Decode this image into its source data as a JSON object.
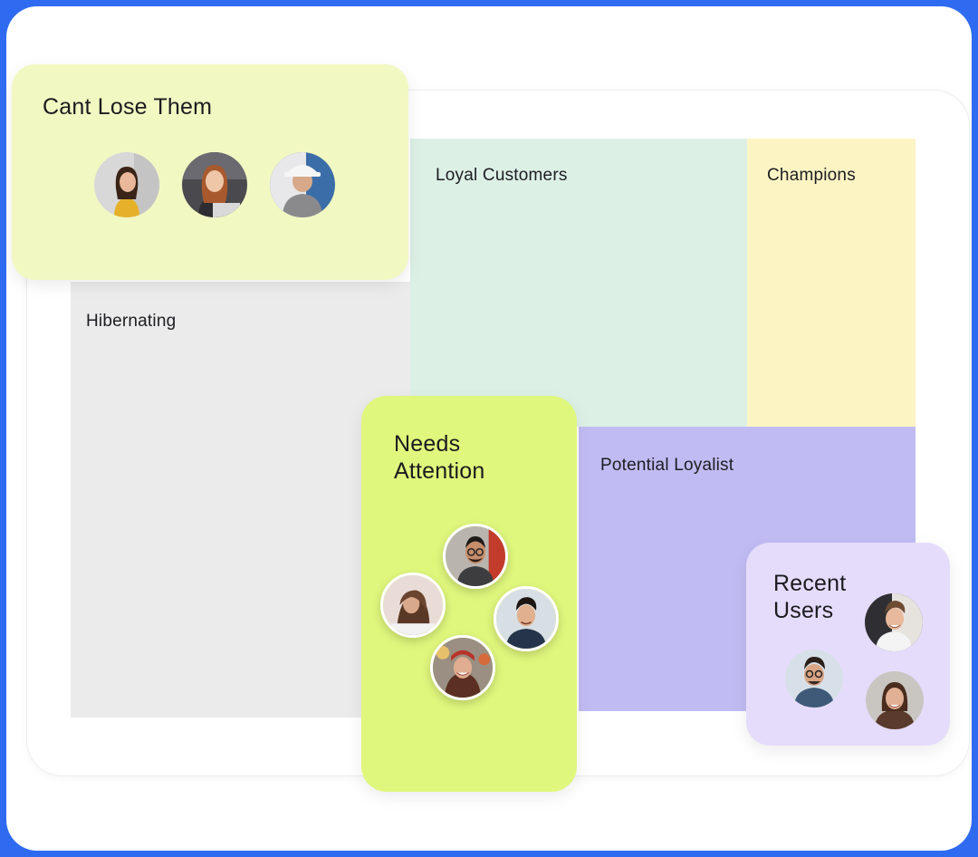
{
  "segments": {
    "hibernating": "Hibernating",
    "loyal_customers": "Loyal Customers",
    "champions": "Champions",
    "potential_loyalist": "Potential Loyalist"
  },
  "cards": {
    "cant_lose_them": {
      "title": "Cant Lose Them"
    },
    "needs_attention": {
      "title_line1": "Needs",
      "title_line2": "Attention"
    },
    "recent_users": {
      "title_line1": "Recent",
      "title_line2": "Users"
    }
  },
  "colors": {
    "frame_border": "#2f6bf0",
    "hibernating": "#ebebeb",
    "loyal_customers": "#ddf0e6",
    "champions": "#fdf4c4",
    "potential_loyalist": "#c0bcf3",
    "cant_lose_them": "#f2f8c2",
    "needs_attention": "#dff77c",
    "recent_users": "#e5dcfb"
  }
}
